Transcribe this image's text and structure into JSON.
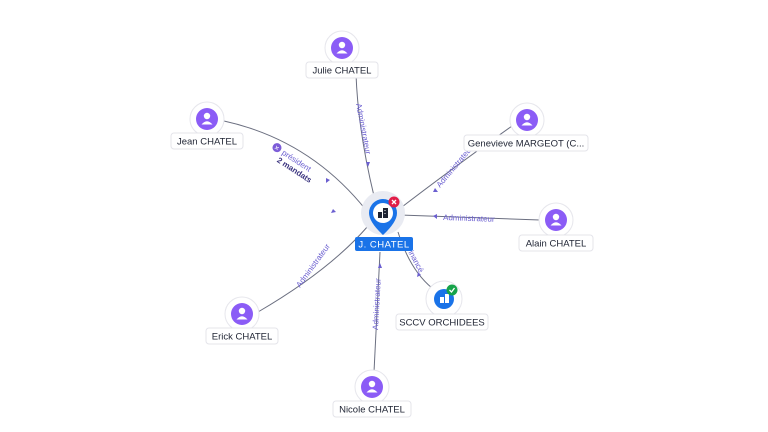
{
  "center": {
    "label": "J. CHATEL",
    "icon": "building-icon",
    "badge": "close-icon",
    "color": "#1a73e8",
    "badge_color": "#e11d48"
  },
  "persons": [
    {
      "id": "julie",
      "label": "Julie CHATEL",
      "icon": "person-icon"
    },
    {
      "id": "jean",
      "label": "Jean CHATEL",
      "icon": "person-icon"
    },
    {
      "id": "genevieve",
      "label": "Genevieve MARGEOT (C...",
      "icon": "person-icon"
    },
    {
      "id": "alain",
      "label": "Alain CHATEL",
      "icon": "person-icon"
    },
    {
      "id": "erick",
      "label": "Erick CHATEL",
      "icon": "person-icon"
    },
    {
      "id": "nicole",
      "label": "Nicole CHATEL",
      "icon": "person-icon"
    }
  ],
  "company": {
    "label": "SCCV ORCHIDEES",
    "icon": "building-icon",
    "badge": "check-icon",
    "color": "#1a73e8",
    "badge_color": "#16a34a"
  },
  "edges": [
    {
      "from": "julie",
      "label": "Administrateur"
    },
    {
      "from": "jean",
      "label": "président",
      "sub": "2 mandats",
      "badge": "close-icon"
    },
    {
      "from": "genevieve",
      "label": "Administrateur"
    },
    {
      "from": "alain",
      "label": "Administrateur"
    },
    {
      "from": "erick",
      "label": "Administrateur"
    },
    {
      "from": "nicole",
      "label": "Administrateur"
    },
    {
      "from": "company",
      "label": "Financé"
    }
  ],
  "colors": {
    "person": "#8b5cf6",
    "edge_label": "#6b5fd0",
    "edge": "#6b6f80"
  }
}
